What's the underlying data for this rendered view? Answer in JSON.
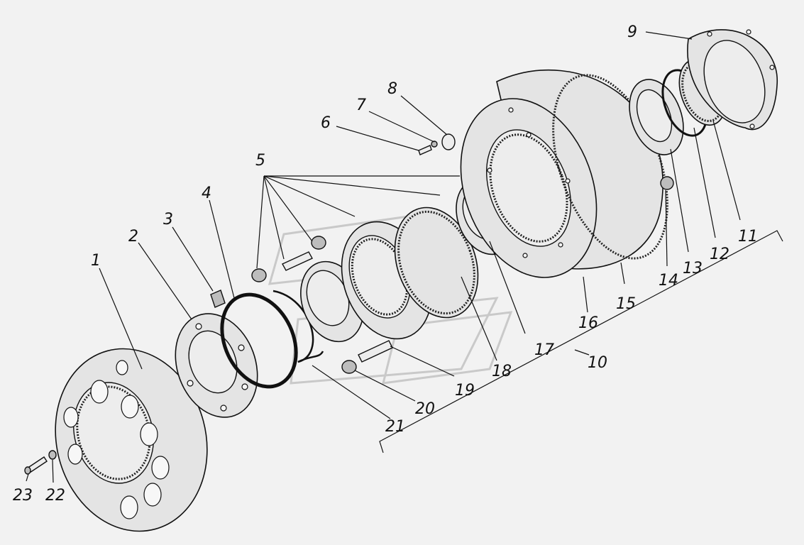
{
  "callouts": [
    {
      "id": "1",
      "label": "1"
    },
    {
      "id": "2",
      "label": "2"
    },
    {
      "id": "3",
      "label": "3"
    },
    {
      "id": "4",
      "label": "4"
    },
    {
      "id": "5",
      "label": "5"
    },
    {
      "id": "6",
      "label": "6"
    },
    {
      "id": "7",
      "label": "7"
    },
    {
      "id": "8",
      "label": "8"
    },
    {
      "id": "9",
      "label": "9"
    },
    {
      "id": "10",
      "label": "10"
    },
    {
      "id": "11",
      "label": "11"
    },
    {
      "id": "12",
      "label": "12"
    },
    {
      "id": "13",
      "label": "13"
    },
    {
      "id": "14",
      "label": "14"
    },
    {
      "id": "15",
      "label": "15"
    },
    {
      "id": "16",
      "label": "16"
    },
    {
      "id": "17",
      "label": "17"
    },
    {
      "id": "18",
      "label": "18"
    },
    {
      "id": "19",
      "label": "19"
    },
    {
      "id": "20",
      "label": "20"
    },
    {
      "id": "21",
      "label": "21"
    },
    {
      "id": "22",
      "label": "22"
    },
    {
      "id": "23",
      "label": "23"
    }
  ],
  "colors": {
    "background": "#f2f2f2",
    "line": "#111111",
    "part_fill": "#e4e4e4",
    "watermark": "#c9c9c9"
  }
}
